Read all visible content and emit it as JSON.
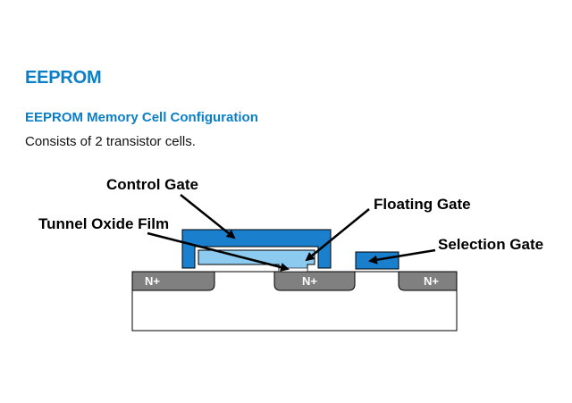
{
  "page": {
    "title": "EEPROM",
    "section_title": "EEPROM Memory Cell Configuration",
    "description": "Consists of 2 transistor cells."
  },
  "diagram": {
    "labels": {
      "control_gate": "Control Gate",
      "floating_gate": "Floating Gate",
      "tunnel_oxide_film": "Tunnel Oxide Film",
      "selection_gate": "Selection Gate"
    },
    "regions": [
      "N+",
      "N+",
      "N+"
    ],
    "colors": {
      "control_gate": "#1a7fcc",
      "floating_gate": "#8ccbef",
      "n_region": "#808080",
      "title": "#0a7fc9"
    }
  }
}
